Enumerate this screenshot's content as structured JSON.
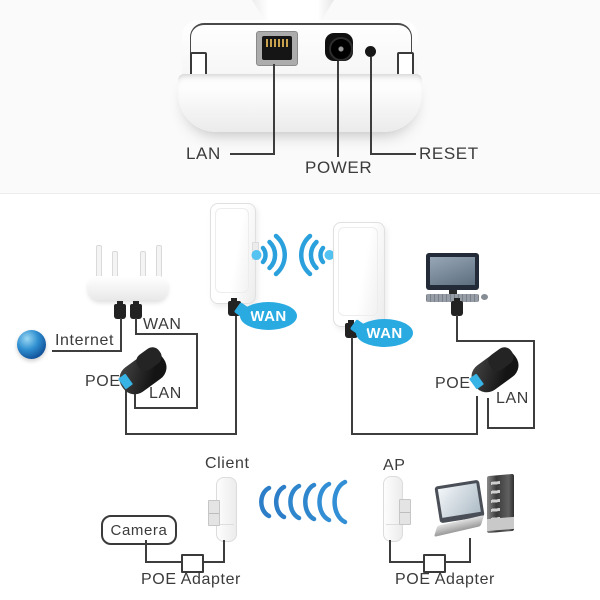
{
  "colors": {
    "accent_blue": "#29abe2",
    "wifi_blue": "#2b7ec7",
    "line": "#3d3d3d",
    "text": "#3a3a3a"
  },
  "device_photo": {
    "labels": {
      "lan": "LAN",
      "power": "POWER",
      "reset": "RESET"
    }
  },
  "wan_diagram": {
    "internet": "Internet",
    "router_wan": "WAN",
    "left_poe": "POE",
    "left_lan": "LAN",
    "left_wan_bubble": "WAN",
    "right_wan_bubble": "WAN",
    "right_poe": "POE",
    "right_lan": "LAN"
  },
  "bridge_diagram": {
    "client": "Client",
    "camera": "Camera",
    "left_adapter": "POE Adapter",
    "ap": "AP",
    "right_adapter": "POE Adapter"
  }
}
